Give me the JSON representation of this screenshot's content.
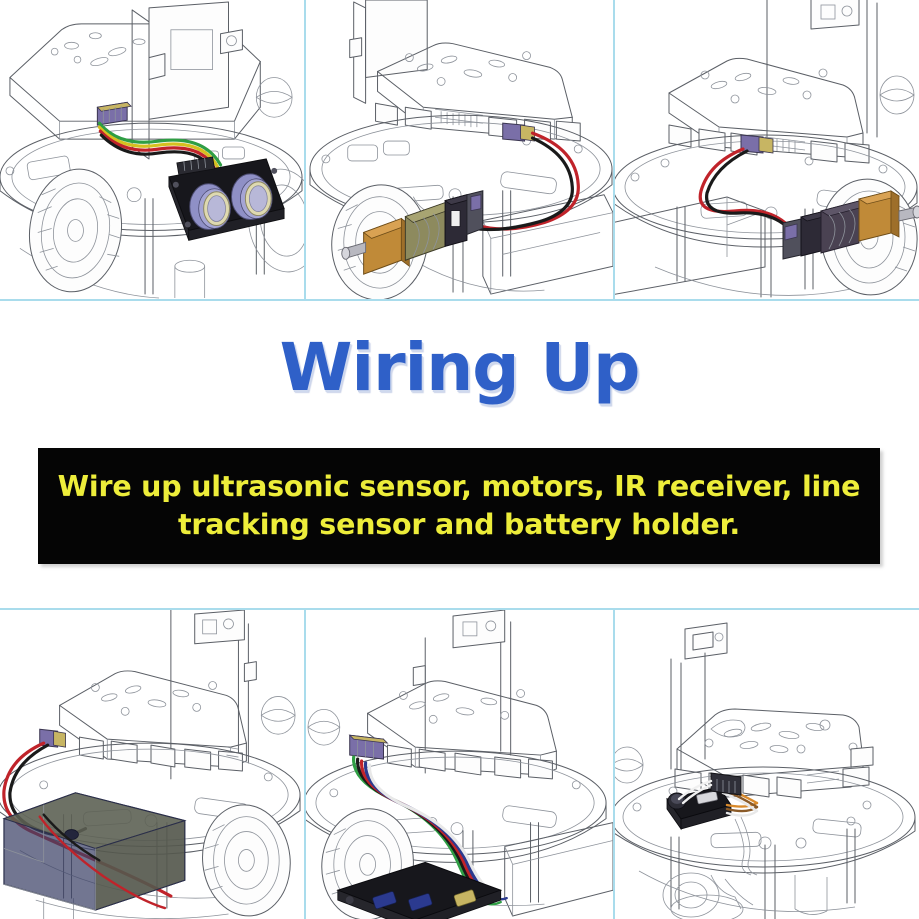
{
  "title": "Wiring Up",
  "caption": "Wire up ultrasonic sensor, motors, IR receiver, line tracking sensor and battery holder.",
  "colors": {
    "title_blue": "#2f60c8",
    "caption_bg": "#050505",
    "caption_text": "#eded3a",
    "panel_border": "#a9dcec",
    "page_bg": "#ffffff",
    "line_art": "#5b5f66",
    "wire_red": "#c0232a",
    "wire_black": "#1a1a1a",
    "wire_green": "#2f9e44",
    "wire_yellow": "#d6c020",
    "wire_blue": "#2b3a8f",
    "wire_white": "#e8e8e8",
    "sensor_body": "#17171c",
    "transducer": "#8f90c6",
    "transducer_rim": "#ded9b0",
    "motor_gearbox": "#c08a38",
    "motor_body": "#4a4252",
    "battery_holder": "#3c4166",
    "battery_holder_side": "#6b6e4a",
    "pcb_black": "#17171c",
    "connector_purple": "#7a6fa8"
  },
  "panels": {
    "top": [
      {
        "id": "panel-ultrasonic",
        "name": "ultrasonic-sensor-wiring",
        "label": "Ultrasonic sensor wired to controller board",
        "component": "HC-SR04 ultrasonic sensor",
        "wire_colors": [
          "green",
          "yellow",
          "red",
          "black"
        ]
      },
      {
        "id": "panel-left-motor",
        "name": "left-motor-wiring",
        "label": "Left gear motor wired to motor port",
        "component": "TT gear motor (left)",
        "wire_colors": [
          "red",
          "black"
        ]
      },
      {
        "id": "panel-right-motor",
        "name": "right-motor-wiring",
        "label": "Right gear motor wired to motor port",
        "component": "TT gear motor (right)",
        "wire_colors": [
          "red",
          "black"
        ]
      }
    ],
    "bottom": [
      {
        "id": "panel-battery",
        "name": "battery-holder-wiring",
        "label": "Battery holder mounted and wired",
        "component": "AA battery holder",
        "wire_colors": [
          "red",
          "black"
        ]
      },
      {
        "id": "panel-line-tracking",
        "name": "line-tracking-sensor-wiring",
        "label": "Line tracking sensor wired under chassis",
        "component": "3-channel line tracking module",
        "wire_colors": [
          "green",
          "blue",
          "red",
          "black",
          "white"
        ]
      },
      {
        "id": "panel-ir-receiver",
        "name": "ir-receiver-wiring",
        "label": "IR receiver wired on top plate",
        "component": "IR receiver module",
        "wire_colors": [
          "orange",
          "brown",
          "white"
        ]
      }
    ]
  }
}
